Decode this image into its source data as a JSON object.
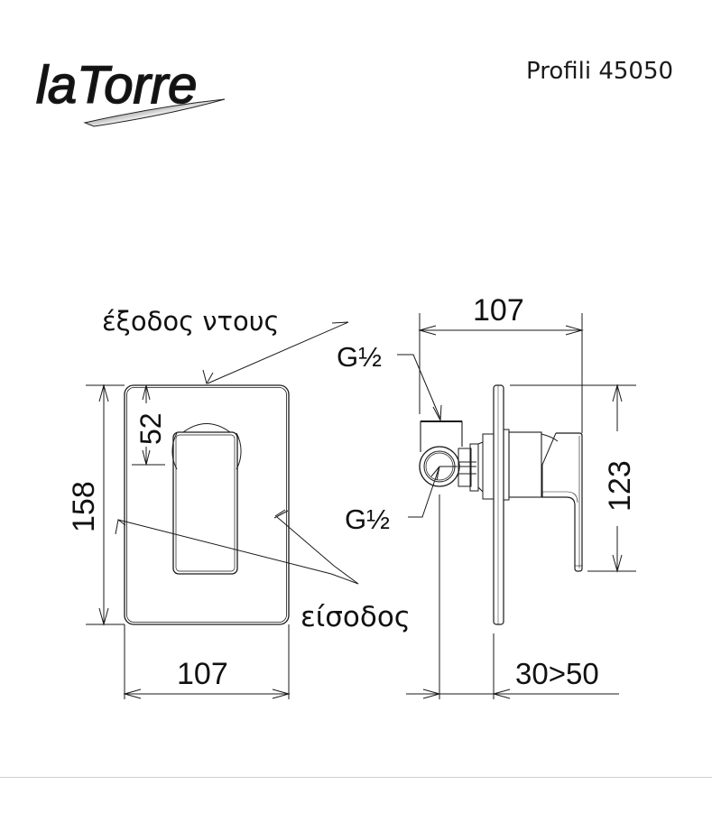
{
  "header": {
    "brand_logo_text": "laTorre",
    "model_label": "Profili 45050"
  },
  "front_view": {
    "label_shower_outlet": "έξοδος ντους",
    "label_inlet": "είσοδος",
    "dim_height": "158",
    "dim_width": "107",
    "dim_handle_offset": "52"
  },
  "side_view": {
    "dim_depth": "107",
    "dim_handle_height": "123",
    "dim_wall_depth": "30>50",
    "thread_top": "G½",
    "thread_bottom": "G½"
  },
  "colors": {
    "line": "#1a1a1a",
    "text": "#111111",
    "footer_divider": "#d0d0d0"
  }
}
